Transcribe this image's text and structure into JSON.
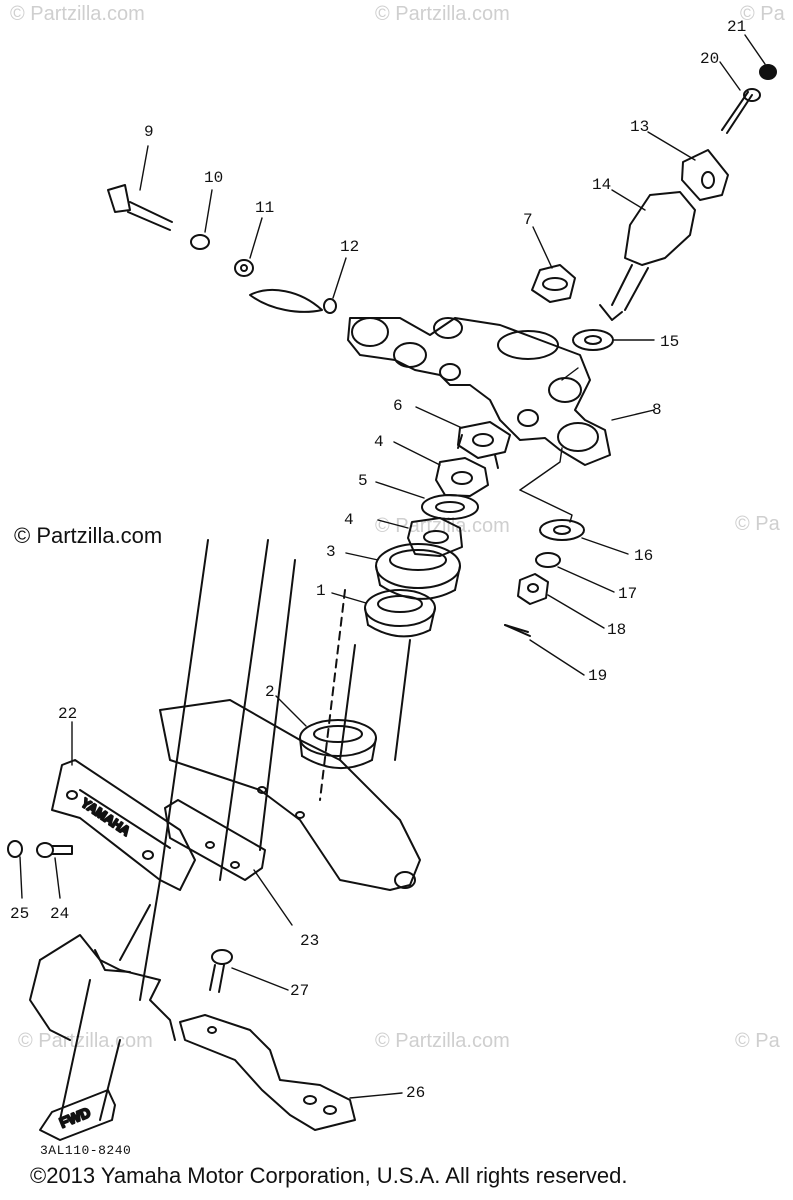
{
  "watermark": {
    "text": "© Partzilla.com",
    "text_short": "© Pa"
  },
  "callouts": [
    "1",
    "2",
    "3",
    "4",
    "4",
    "5",
    "6",
    "7",
    "8",
    "9",
    "10",
    "11",
    "12",
    "13",
    "14",
    "15",
    "16",
    "17",
    "18",
    "19",
    "20",
    "21",
    "22",
    "23",
    "24",
    "25",
    "26",
    "27"
  ],
  "brand_plate": "YAMAHA",
  "fwd_label": "FWD",
  "diagram_code": "3AL110-8240",
  "copyright": "©2013 Yamaha Motor Corporation, U.S.A. All rights reserved."
}
